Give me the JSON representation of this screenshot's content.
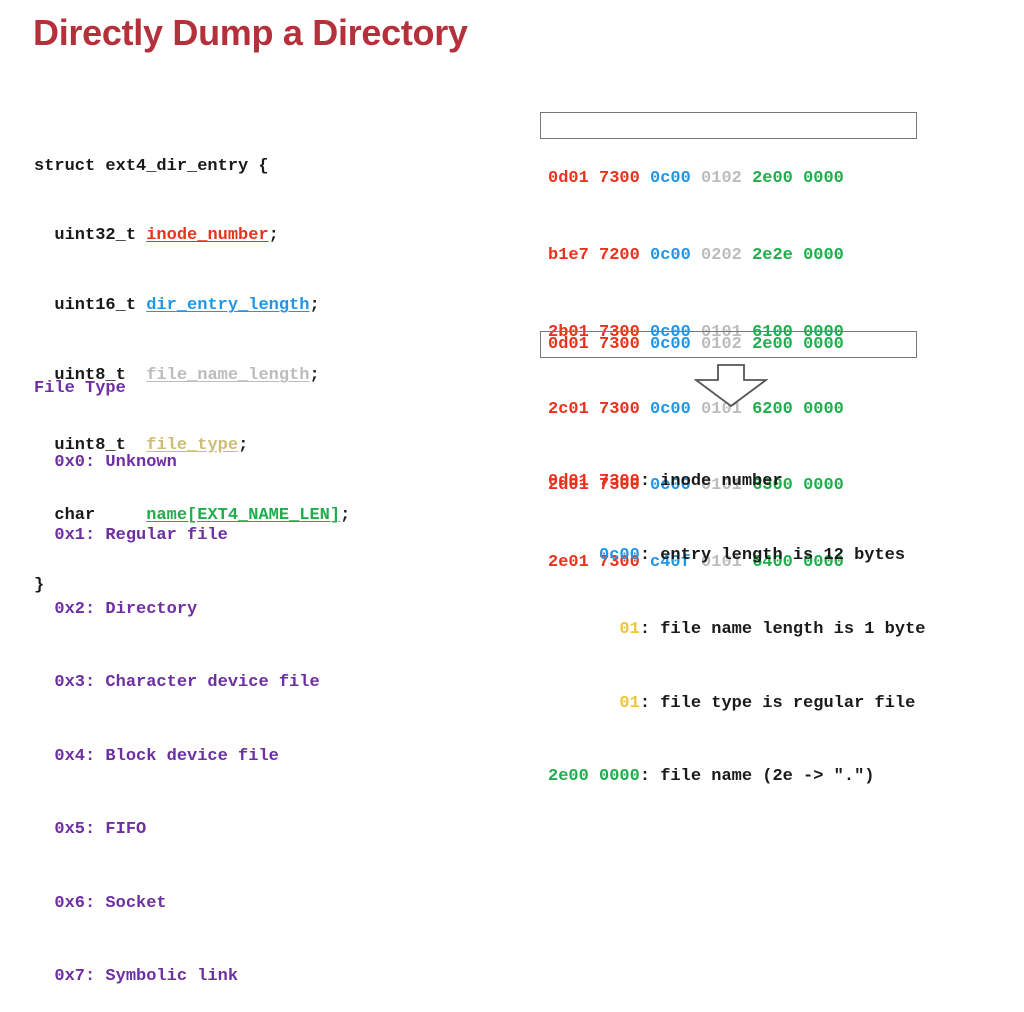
{
  "title": "Directly Dump a Directory",
  "struct": {
    "open": "struct ext4_dir_entry {",
    "fields": [
      {
        "type": "uint32_t ",
        "name": "inode_number",
        "end": ";",
        "color": "#e8331c"
      },
      {
        "type": "uint16_t ",
        "name": "dir_entry_length",
        "end": ";",
        "color": "#2196e6"
      },
      {
        "type": "uint8_t  ",
        "name": "file_name_length",
        "end": ";",
        "color": "#bcbcbc"
      },
      {
        "type": "uint8_t  ",
        "name": "file_type",
        "end": ";",
        "color": "#cdbd77"
      },
      {
        "type": "char     ",
        "name": "name[EXT4_NAME_LEN]",
        "end": ";",
        "color": "#1fae4b"
      }
    ],
    "close": "}"
  },
  "hexdump": [
    [
      "0d01",
      "7300",
      "0c00",
      "0102",
      "2e00",
      "0000"
    ],
    [
      "b1e7",
      "7200",
      "0c00",
      "0202",
      "2e2e",
      "0000"
    ],
    [
      "2b01",
      "7300",
      "0c00",
      "0101",
      "6100",
      "0000"
    ],
    [
      "2c01",
      "7300",
      "0c00",
      "0101",
      "6200",
      "0000"
    ],
    [
      "2d01",
      "7300",
      "0c00",
      "0101",
      "6300",
      "0000"
    ],
    [
      "2e01",
      "7300",
      "c40f",
      "0101",
      "6400",
      "0000"
    ]
  ],
  "file_type": {
    "heading": "File Type",
    "items": [
      "0x0: Unknown",
      "0x1: Regular file",
      "0x2: Directory",
      "0x3: Character device file",
      "0x4: Block device file",
      "0x5: FIFO",
      "0x6: Socket",
      "0x7: Symbolic link"
    ]
  },
  "single_entry": [
    "0d01",
    "7300",
    "0c00",
    "0102",
    "2e00",
    "0000"
  ],
  "explanation": [
    {
      "field": "0d01 7300",
      "colon": ":",
      "text": " inode number",
      "indent": "",
      "color": "#e8331c"
    },
    {
      "field": "0c00",
      "colon": ":",
      "text": " entry length is 12 bytes",
      "indent": "     ",
      "color": "#2196e6"
    },
    {
      "field": "01",
      "colon": ":",
      "text": " file name length is 1 byte",
      "indent": "       ",
      "color": "#f0c53a"
    },
    {
      "field": "01",
      "colon": ":",
      "text": " file type is regular file",
      "indent": "       ",
      "color": "#f0c53a"
    },
    {
      "field": "2e00 0000",
      "colon": ":",
      "text": " file name (2e -> \".\")",
      "indent": "",
      "color": "#1fae4b"
    }
  ],
  "colors": {
    "title": "#b4303b",
    "inode": "#e8331c",
    "length": "#2196e6",
    "name_len": "#bcbcbc",
    "type": "#cdbd77",
    "name": "#1fae4b",
    "file_type_text": "#6d2fa2"
  },
  "icons": {
    "arrow": "down-arrow-icon"
  }
}
